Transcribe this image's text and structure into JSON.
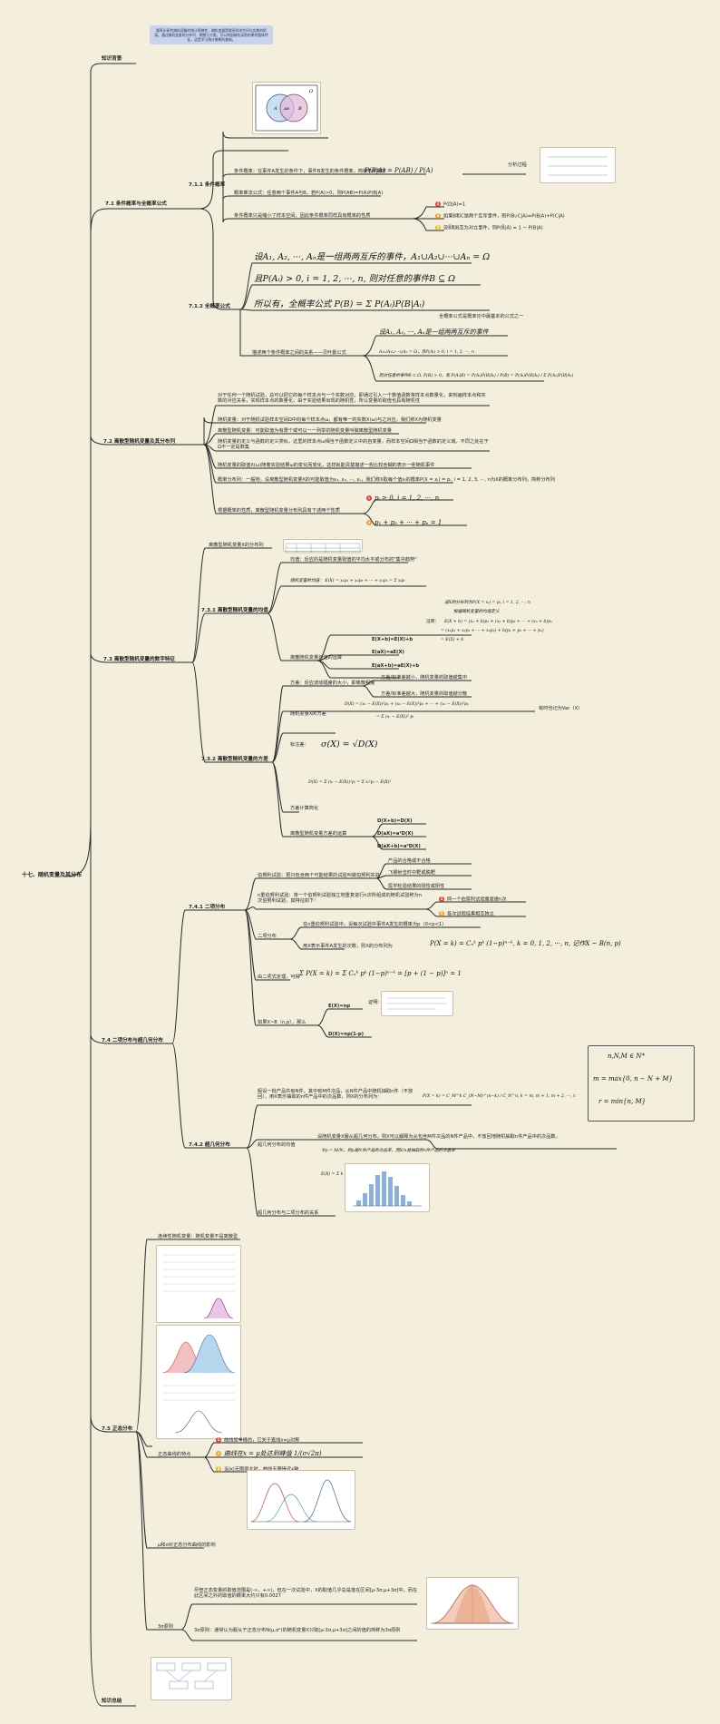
{
  "root": "十七、随机变量及其分布",
  "intro": {
    "label": "知识背景",
    "note": "概率论研究随机现象的统计规律性，随机变量是联系样本空间与实数的桥梁。通过随机变量的分布列、期望与方差，可以刻画随机试验结果的整体特征，这是学习统计推断的基础。"
  },
  "s1": {
    "title": "7.1 条件概率与全概率公式",
    "s11": {
      "title": "7.1.1 条件概率",
      "def": "条件概率：在事件A发生的条件下，事件B发生的条件概率，简称条件概率",
      "def_formula": "P(B|A) = P(AB) / P(A)",
      "analysis": "分析过程",
      "mult": "概率乘法公式：任意两个事件A与B，若P(A)>0，则P(AB)=P(A)P(B|A)",
      "props": "条件概率只是缩小了样本空间，因此条件概率同样具有概率的性质",
      "p1": "P(Ω|A)=1",
      "p2": "如果B和C是两个互斥事件，则P(B∪C|A)=P(B|A)+P(C|A)",
      "p3": "设B̄和B互为对立事件，则P(B̄|A) = 1 − P(B|A)"
    },
    "s12": {
      "title": "7.1.2 全概率公式",
      "l1": "设A₁, A₂, ···, Aₙ是一组两两互斥的事件，A₁∪A₂∪···∪Aₙ = Ω",
      "l2": "且P(Aᵢ) > 0, i = 1, 2, ···, n, 则对任意的事件B ⊆ Ω",
      "l3": "所以有，全概率公式 P(B) = Σ P(Aᵢ)P(B|Aᵢ)",
      "note": "全概率公式是概率论中最基本的公式之一",
      "bayes_label": "描述两个条件概率之间的关系——贝叶斯公式",
      "b1": "设A₁, A₂, ···, Aₙ是一组两两互斥的事件",
      "b2": "A₁∪A₂∪···∪Aₙ = Ω，且P(Aᵢ) > 0, i = 1, 2, ···, n",
      "b3": "则对任意的事件B ⊂ Ω, P(B) > 0，有 P(Aᵢ|B) = P(Aᵢ)P(B|Aᵢ) / P(B) = P(Aᵢ)P(B|Aᵢ) / Σ P(Aₖ)P(B|Aₖ)"
    }
  },
  "s2": {
    "title": "7.2 离散型随机变量及其分布列",
    "d1": "对于任何一个随机试验，总可以把它的每个样本点与一个实数对应，即通过引入一个数值函数将样本点数量化，来刻画样本点和实数的对应关系，实现样本点的数量化，由于实验结果出现的随机性，所以变量的取值也具有随机性",
    "d2": "随机变量：对于随机试验样本空间Ω中的每个样本点ω，都有唯一的实数X(ω)与之对应，我们称X为随机变量",
    "d3": "离散型随机变量：可能取值为有限个或可以一一列举的随机变量叫做离散型随机变量",
    "d4": "随机变量的定义与函数的定义类似，这里的样本点ω相当于函数定义中的自变量，而样本空间Ω相当于函数的定义域，不同之处在于Ω不一定是数集",
    "d5": "随机变量的取值X(ω)随着实验结果ω的变化而变化，这样就能清楚描述一些比较含糊的表示一些随机事件",
    "dist": "概率分布列：一般地，设离散型随机变量X的可能取值为x₁, x₂, ···, xₙ，我们称X取每个值xᵢ的概率P(X = xᵢ) = pᵢ, i = 1, 2, 3, ···, n为X的概率分布列，简称分布列",
    "props": "根据概率的性质，离散型随机变量分布列具有下述两个性质",
    "p1": "pᵢ ≥ 0, i = 1, 2, ···, n",
    "p2": "p₁ + p₂ + ··· + pₙ = 1"
  },
  "s3": {
    "title": "7.3 离散型随机变量的数字特征",
    "table_label": "离散型随机变量X的分布列",
    "s31": {
      "title": "7.3.1 离散型随机变量的均值",
      "mean_def": "均值：反应的是随机变量取值的平均水平或分布的\"集中趋势\"",
      "mean": "随机变量的均值：  E(X) = x₁p₁ + x₂p₂ + ··· + xₙpₙ = Σ xᵢpᵢ",
      "proof_h": "设X的分布列为P(X = xᵢ) = pᵢ, i = 1, 2, ···, n",
      "proof_h2": "根据随机变量的均值定义",
      "proof_label": "证明：",
      "proof_1": "E(X + b) = (x₁ + b)p₁ + (x₂ + b)p₂ + ··· + (xₙ + b)pₙ",
      "proof_2": "= (x₁p₁ + x₂p₂ + ··· + xₙpₙ) + b(p₁ + p₂ + ··· + pₙ)",
      "proof_3": "= E(X) + b",
      "ops": "离散随机变量均值的运算",
      "o1": "E(X+b)=E(X)+b",
      "o2": "E(aX)=aE(X)",
      "o3": "E(aX+b)=aE(X)+b"
    },
    "s32": {
      "title": "7.3.2 离散型随机变量的方差",
      "var_def": "方差：反应波动幅度的大小，即离散程度",
      "v1": "方差/标准差越小，随机变量的取值越集中",
      "v2": "方差/标准差越大，随机变量的取值越分散",
      "var": "随机变量X的方差",
      "var_f1": "D(X) = (x₁ − E(X))²p₁ + (x₂ − E(X))²p₂ + ··· + (xₙ − E(X))²pₙ",
      "var_f2": "= Σ (xᵢ − E(X))² pᵢ",
      "var_note": "有时也记为Var（X）",
      "std": "标注差：",
      "std_f": "σ(X) = √D(X)",
      "simp": "方差计算简化",
      "simp_f": "D(X) = Σ (xᵢ − E(X))²pᵢ = Σ xᵢ²pᵢ − E(X)²",
      "ops": "离散型随机变量方差的运算",
      "o1": "D(X+b)=D(X)",
      "o2": "D(aX)=a²D(X)",
      "o3": "D(aX+b)=a²D(X)"
    }
  },
  "s4": {
    "title": "7.4 二项分布与超几何分布",
    "s41": {
      "title": "7.4.1 二项分布",
      "bern": "伯努利试验：把只包含两个可能结果的试验叫做伯努利实验",
      "be1": "产品的合格或不合格",
      "be2": "飞镖射击时中靶或脱靶",
      "be3": "医学检验结果的阳性或阴性",
      "nbern": "n重伯努利试验：将一个伯努利试验独立地重复进行n次所组成的随机试验称为n次伯努利试验，其特征如下：",
      "nb1": "同一个伯努利试验重复做n次",
      "nb2": "各次试验结果相互独立",
      "binom": "二项分布",
      "binom_d": "在n重伯努利试验中，设每次试验中事件A发生的概率为p（0<p<1）",
      "binom_x": "用X表示事件A发生的次数，则X的分布列为",
      "binom_f": "P(X = k) = Cₙᵏ pᵏ (1−p)ⁿ⁻ᵏ, k = 0, 1, 2, ···, n, 记作X ~ B(n, p)",
      "thm": "由二项式定理，可得",
      "thm_f": "Σ P(X = k) = Σ Cₙᵏ pᵏ (1−p)ⁿ⁻ᵏ = [p + (1 − p)]ⁿ = 1",
      "mv": "如果X~B（n,p），那么",
      "proof": "证明：",
      "m": "E(X)=np",
      "v": "D(X)=np(1-p)"
    },
    "s42": {
      "title": "7.4.2 超几何分布",
      "def": "假设一批产品共有N件，其中有M件次品，从N件产品中随机抽取n件（不放回），用X表示抽取的n件产品中的次品数，则X的分布列为：",
      "def_f": "P(X = k) = C_M^k C_(N−M)^(n−k) / C_N^n, k = m, m + 1, m + 2, ···, r.",
      "c1": "n,N,M ∈ N*",
      "c2": "m = max{0, n − N + M}",
      "c3": "r = min{n, M}",
      "mean": "超几何分布的均值",
      "mean_d": "设随机变量X服从超几何分布，则X可以解释为从包含M件次品的N件产品中，不放回地随机抽取n件产品中的次品数，",
      "mean_f1": "令p = M/N，则p是N件产品的次品率，而X/n是抽取的n件产品的次品率",
      "mean_f2": "E(X) = Σ k C_M^k C_(N−M)^(n−k) / C_N^n = np",
      "rel": "超几何分布与二项分布的关系"
    }
  },
  "s5": {
    "title": "7.5 正态分布",
    "cont": "连续性随机变量：随机变量不是离散型",
    "curve": "正态曲线的特点",
    "c1": "曲线是单峰的，它关于直线x=μ对称",
    "c2": "曲线在x = μ处达到峰值 1/(σ√2π)",
    "c3": "当|x|无限增大时，曲线无限接近x轴",
    "musig": "μ和σ对正态分布曲线的影响",
    "rule": "3σ原则",
    "r1": "尽管正态变量的取值范围是(-∞，+∞)，但在一次试验中，X的取值几乎总是落在区间[μ-3σ,μ+3σ]中，而在此区间之外的取值的概率大约只有0.0027",
    "r2": "3σ原则：通常认为服从于正态分布N(μ,σ²)的随机变量X只取[μ-3σ,μ+3σ]之间的值的简称为3σ原则"
  },
  "outro": "知识总结"
}
